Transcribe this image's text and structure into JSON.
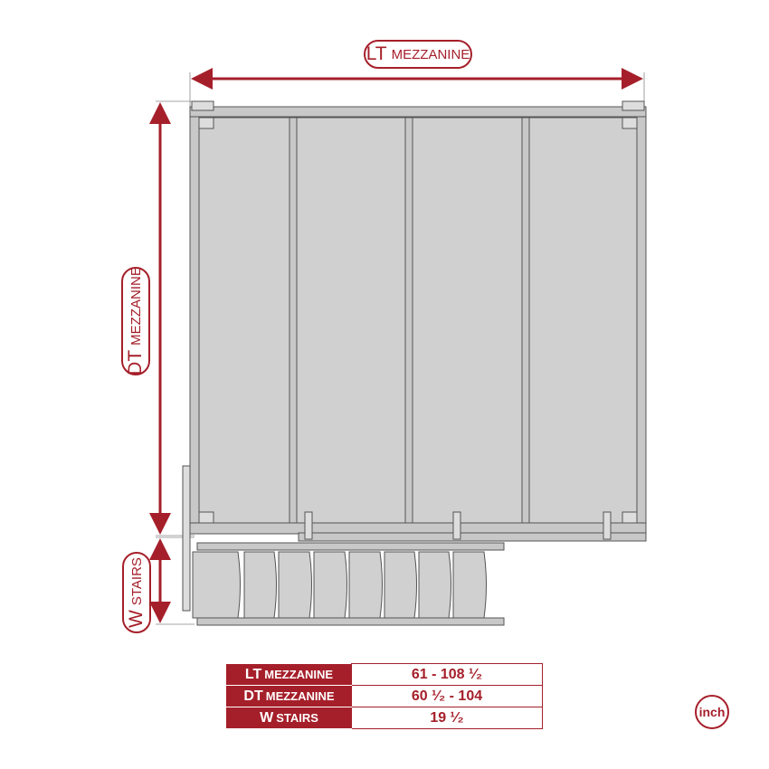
{
  "labels": {
    "lt": {
      "abbr": "LT",
      "word": "MEZZANINE"
    },
    "dt": {
      "abbr": "DT",
      "word": "MEZZANINE"
    },
    "w": {
      "abbr": "W",
      "word": "STAIRS"
    }
  },
  "table": {
    "rows": [
      {
        "abbr": "LT",
        "word": "MEZZANINE",
        "value": "61 - 108 ¹⁄₂"
      },
      {
        "abbr": "DT",
        "word": "MEZZANINE",
        "value": "60 ¹⁄₂ - 104"
      },
      {
        "abbr": "W",
        "word": "STAIRS",
        "value": "19 ¹⁄₂"
      }
    ]
  },
  "unit": "inch",
  "colors": {
    "accent": "#a51f2a",
    "panel": "#d0d0d0",
    "frame": "#c8c8c8"
  }
}
